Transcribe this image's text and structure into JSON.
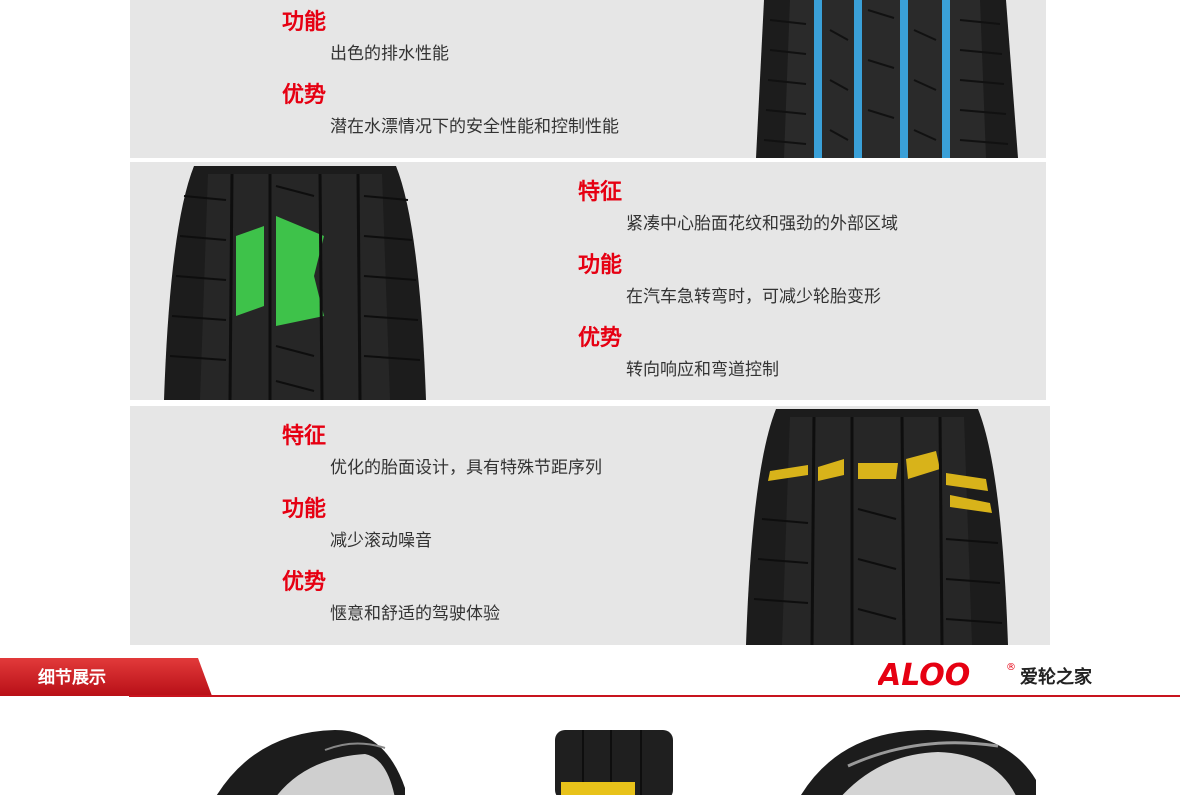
{
  "sections": [
    {
      "items": [
        {
          "heading": "功能",
          "text": "出色的排水性能"
        },
        {
          "heading": "优势",
          "text": "潜在水漂情况下的安全性能和控制性能"
        }
      ],
      "highlight_color": "#3aa0d8"
    },
    {
      "items": [
        {
          "heading": "特征",
          "text": "紧凑中心胎面花纹和强劲的外部区域"
        },
        {
          "heading": "功能",
          "text": "在汽车急转弯时，可减少轮胎变形"
        },
        {
          "heading": "优势",
          "text": "转向响应和弯道控制"
        }
      ],
      "highlight_color": "#3ec24a"
    },
    {
      "items": [
        {
          "heading": "特征",
          "text": "优化的胎面设计，具有特殊节距序列"
        },
        {
          "heading": "功能",
          "text": "减少滚动噪音"
        },
        {
          "heading": "优势",
          "text": "惬意和舒适的驾驶体验"
        }
      ],
      "highlight_color": "#d8b31a"
    }
  ],
  "banner": {
    "label": "细节展示",
    "logo_text": "ALOO",
    "logo_reg": "®",
    "logo_cn": "爱轮之家"
  },
  "colors": {
    "accent": "#e60012",
    "panel": "#e6e6e6",
    "banner_red": "#c8141e"
  },
  "icons": [
    "tire-tread-blue-image",
    "tire-tread-green-image",
    "tire-tread-yellow-image",
    "aloo-logo",
    "tire-thumbnail"
  ]
}
